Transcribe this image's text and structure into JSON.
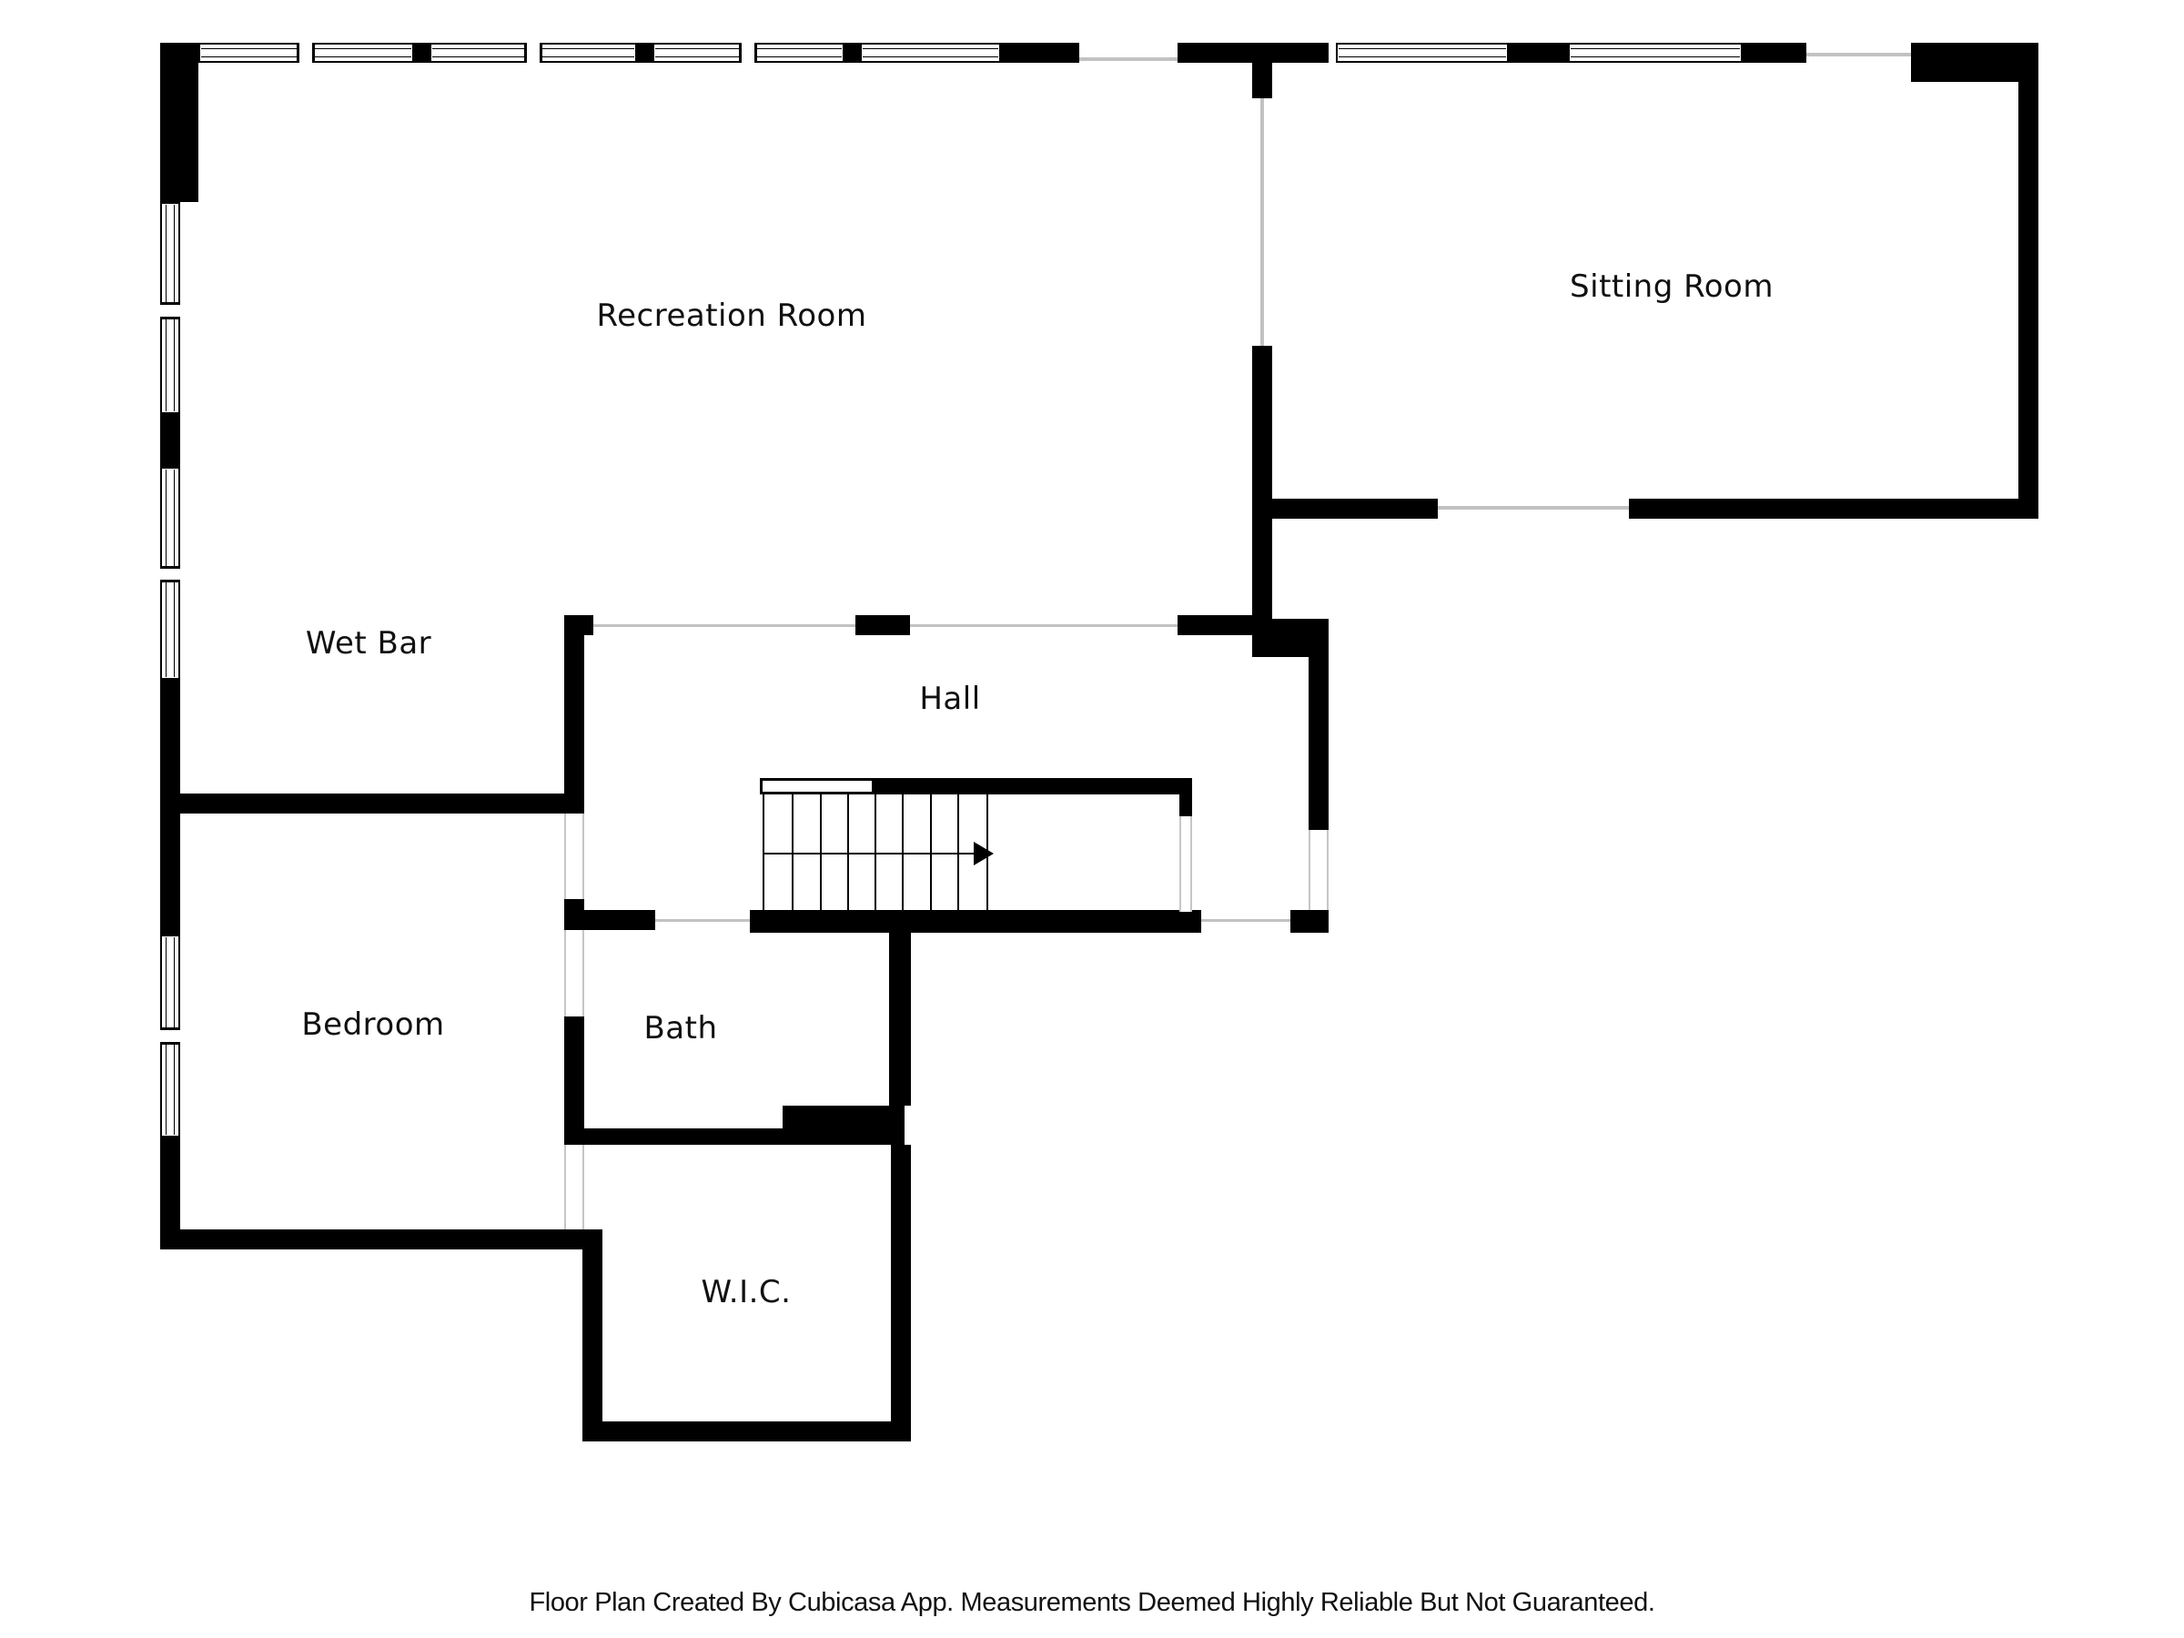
{
  "document": {
    "type": "floor-plan",
    "creator_note": "Floor Plan Created By Cubicasa App. Measurements Deemed Highly Reliable But Not Guaranteed."
  },
  "rooms": [
    {
      "id": "recreation-room",
      "label": "Recreation Room"
    },
    {
      "id": "sitting-room",
      "label": "Sitting Room"
    },
    {
      "id": "wet-bar",
      "label": "Wet Bar"
    },
    {
      "id": "hall",
      "label": "Hall"
    },
    {
      "id": "bedroom",
      "label": "Bedroom"
    },
    {
      "id": "bath",
      "label": "Bath"
    },
    {
      "id": "wic",
      "label": "W.I.C."
    }
  ],
  "footer": {
    "text": "Floor Plan Created By Cubicasa App. Measurements Deemed Highly Reliable But Not Guaranteed."
  },
  "stairs": {
    "tread_lines": 9,
    "direction_arrow": "right"
  },
  "structure": {
    "windows_left_wall": 3,
    "windows_top_wall": 6,
    "door_openings": [
      "bedroom-hall",
      "bedroom-bath",
      "bedroom-wic",
      "bath-hall",
      "hall-bottom-right",
      "recreation-hall",
      "sitting-recreation",
      "sitting-bottom",
      "hall-right-window",
      "top-wall-opening-left",
      "top-wall-opening-right"
    ]
  },
  "colors": {
    "wall": "#000000",
    "floor": "#ffffff",
    "opening_line": "#c2c2c2",
    "label_text": "#111111"
  }
}
